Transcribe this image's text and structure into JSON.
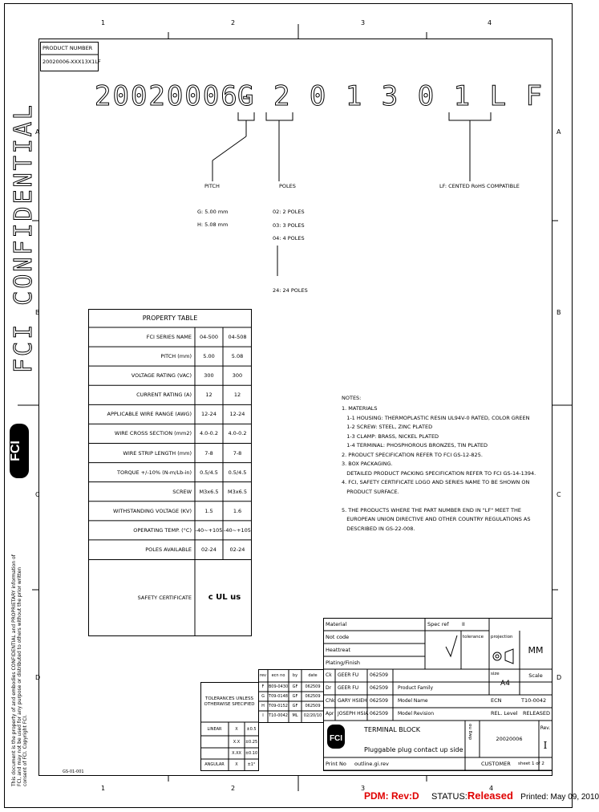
{
  "zones": {
    "top": [
      "1",
      "2",
      "3",
      "4"
    ],
    "bottom": [
      "1",
      "2",
      "3",
      "4"
    ],
    "left": [
      "A",
      "B",
      "C",
      "D"
    ],
    "right": [
      "A",
      "B",
      "C",
      "D"
    ]
  },
  "product_number": {
    "label": "PRODUCT NUMBER",
    "value": "20020006-XXX13X1LF"
  },
  "part_number": {
    "prefix": "20020006-",
    "code": "G 2 0 1 3 0 1 L F"
  },
  "confidential": "FCI CONFIDENTIAL",
  "callouts": {
    "pitch": "PITCH",
    "poles": "POLES",
    "lf": "LF: CENTED RoHS COMPATIBLE",
    "pitch_options": [
      "G: 5.00 mm",
      "H: 5.08 mm"
    ],
    "pole_options": [
      "02: 2 POLES",
      "03: 3 POLES",
      "04: 4 POLES",
      "24: 24 POLES"
    ]
  },
  "property_table": {
    "title": "PROPERTY TABLE",
    "rows": [
      {
        "label": "FCI SERIES NAME",
        "v1": "04-500",
        "v2": "04-508"
      },
      {
        "label": "PITCH (mm)",
        "v1": "5.00",
        "v2": "5.08"
      },
      {
        "label": "VOLTAGE RATING (VAC)",
        "v1": "300",
        "v2": "300"
      },
      {
        "label": "CURRENT RATING (A)",
        "v1": "12",
        "v2": "12"
      },
      {
        "label": "APPLICABLE WIRE RANGE (AWG)",
        "v1": "12-24",
        "v2": "12-24"
      },
      {
        "label": "WIRE CROSS SECTION (mm2)",
        "v1": "4.0-0.2",
        "v2": "4.0-0.2"
      },
      {
        "label": "WIRE STRIP LENGTH (mm)",
        "v1": "7-8",
        "v2": "7-8"
      },
      {
        "label": "TORQUE +/-10% (N-m/Lb-in)",
        "v1": "0.5/4.5",
        "v2": "0.5/4.5"
      },
      {
        "label": "SCREW",
        "v1": "M3x6.5",
        "v2": "M3x6.5"
      },
      {
        "label": "WITHSTANDING VOLTAGE (KV)",
        "v1": "1.5",
        "v2": "1.6"
      },
      {
        "label": "OPERATING TEMP. (°C)",
        "v1": "-40~+105",
        "v2": "-40~+105"
      },
      {
        "label": "POLES AVAILABLE",
        "v1": "02-24",
        "v2": "02-24"
      }
    ],
    "safety_label": "SAFETY CERTIFICATE",
    "safety_mark": "c UL us"
  },
  "notes": {
    "title": "NOTES:",
    "lines": [
      "1. MATERIALS",
      "   1-1 HOUSING: THERMOPLASTIC RESIN UL94V-0 RATED, COLOR GREEN",
      "   1-2 SCREW: STEEL, ZINC PLATED",
      "   1-3 CLAMP: BRASS, NICKEL PLATED",
      "   1-4 TERMINAL: PHOSPHOROUS BRONZES, TIN PLATED",
      "2. PRODUCT SPECIFICATION REFER TO FCI GS-12-825.",
      "3. BOX PACKAGING.",
      "   DETAILED PRODUCT PACKING SPECIFICATION REFER TO FCI GS-14-1394.",
      "4. FCI, SAFETY CERTIFICATE LOGO AND SERIES NAME TO BE SHOWN ON",
      "   PRODUCT SURFACE.",
      "",
      "5. THE PRODUCTS WHERE THE PART NUMBER END IN \"LF\" MEET THE",
      "   EUROPEAN UNION DIRECTIVE AND OTHER COUNTRY REGULATIONS AS",
      "   DESCRIBED IN GS-22-008."
    ]
  },
  "disclaimer": "This document is the property of and embodies CONFIDENTIAL and PROPRIETARY information of FCI, and may not be used for any purpose or distributed to others without the prior written consent of FCI. Copyright FCI.",
  "title_block": {
    "material": "Material",
    "spec_ref": "Spec ref",
    "spec_ref_value": "II",
    "not_code": "Not code",
    "heattreat": "Heattreat",
    "plating": "Plating/Finish",
    "tolerance": "tolerance",
    "projection": "projection",
    "unit": "MM",
    "size_label": "size",
    "size": "A4",
    "scale_label": "Scale",
    "people": [
      {
        "role": "Ck",
        "name": "GEER FU",
        "date": "062509",
        "field": ""
      },
      {
        "role": "Dr",
        "name": "GEER FU",
        "date": "062509",
        "field": "Product Family"
      },
      {
        "role": "Chk",
        "name": "GARY HSIEH",
        "date": "062509",
        "field": "Model Name"
      },
      {
        "role": "Apr",
        "name": "JOSEPH HSIA",
        "date": "062509",
        "field": "Model Revision"
      }
    ],
    "ecn_label": "ECN",
    "ecn": "T10-0042",
    "rel_label": "REL. Level",
    "rel": "RELEASED",
    "title_line1": "TERMINAL BLOCK",
    "title_line2": "Pluggable plug contact up side",
    "dwg_label": "dwg no",
    "dwg_no": "20020006",
    "rev_label": "Rev.",
    "rev": "I",
    "customer_label": "CUSTOMER",
    "sheet": "sheet 1 of 2",
    "print_label": "Print No",
    "print_value": "outline.gi.rev"
  },
  "revisions": {
    "headers": [
      "rev",
      "ecn no",
      "by",
      "date"
    ],
    "rows": [
      {
        "rev": "F",
        "ecn": "B09-0430",
        "by": "GF",
        "date": "062509"
      },
      {
        "rev": "G",
        "ecn": "T09-0148",
        "by": "GF",
        "date": "062509"
      },
      {
        "rev": "H",
        "ecn": "T09-0152",
        "by": "GF",
        "date": "062509"
      },
      {
        "rev": "I",
        "ecn": "T10-0042",
        "by": "ML",
        "date": "02/20/10"
      }
    ]
  },
  "tolerances": {
    "header": "TOLERANCES UNLESS OTHERWISE SPECIFIED",
    "rows": [
      {
        "a": "LINEAR",
        "b": "X",
        "c": "±0.5"
      },
      {
        "a": "",
        "b": "X.X",
        "c": "±0.25"
      },
      {
        "a": "",
        "b": "X.XX",
        "c": "±0.10"
      },
      {
        "a": "ANGULAR",
        "b": "X",
        "c": "±1°"
      }
    ]
  },
  "footer": {
    "pdm": "PDM: Rev:D",
    "status_label": "STATUS:",
    "status": "Released",
    "printed": "Printed: May 09, 2010",
    "small_code": "GS-01-001"
  },
  "colors": {
    "red": "#e00000",
    "line": "#000000"
  }
}
